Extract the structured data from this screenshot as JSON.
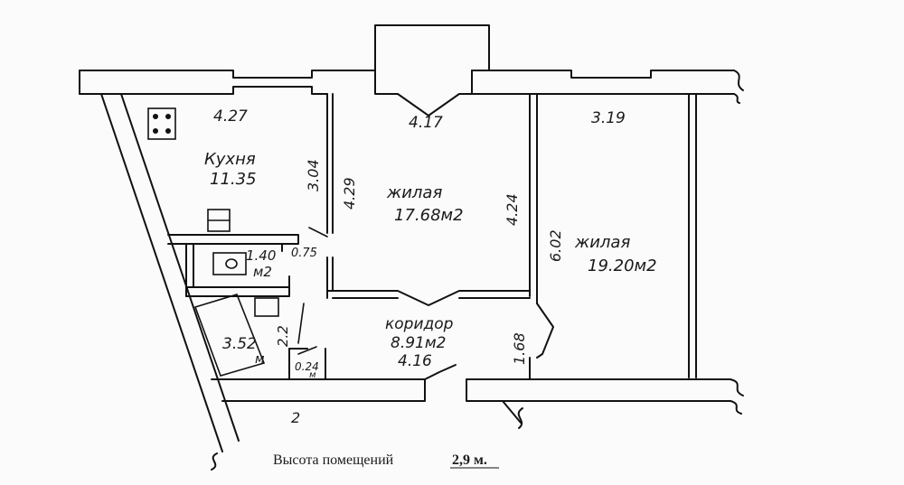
{
  "rooms": {
    "kitchen": {
      "name": "Кухня",
      "area": "11.35",
      "width": "4.27",
      "depth": "3.04"
    },
    "living1": {
      "name": "жилая",
      "area": "17.68м2",
      "width": "4.17",
      "depth_left": "4.29",
      "depth_right": "4.24"
    },
    "living2": {
      "name": "жилая",
      "area": "19.20м2",
      "width": "3.19",
      "depth": "6.02"
    },
    "toilet": {
      "area": "1.40",
      "unit": "м2",
      "door": "0.75"
    },
    "bathroom": {
      "area": "3.52",
      "unit": "м",
      "side": "2.2"
    },
    "closet": {
      "area": "0.24",
      "unit": "м"
    },
    "corridor": {
      "name": "коридор",
      "area": "8.91м2",
      "length": "4.16",
      "width": "1.68"
    }
  },
  "marks": {
    "break_mark": "2"
  },
  "caption": {
    "label": "Высота помещений",
    "value": "2,9 м."
  }
}
